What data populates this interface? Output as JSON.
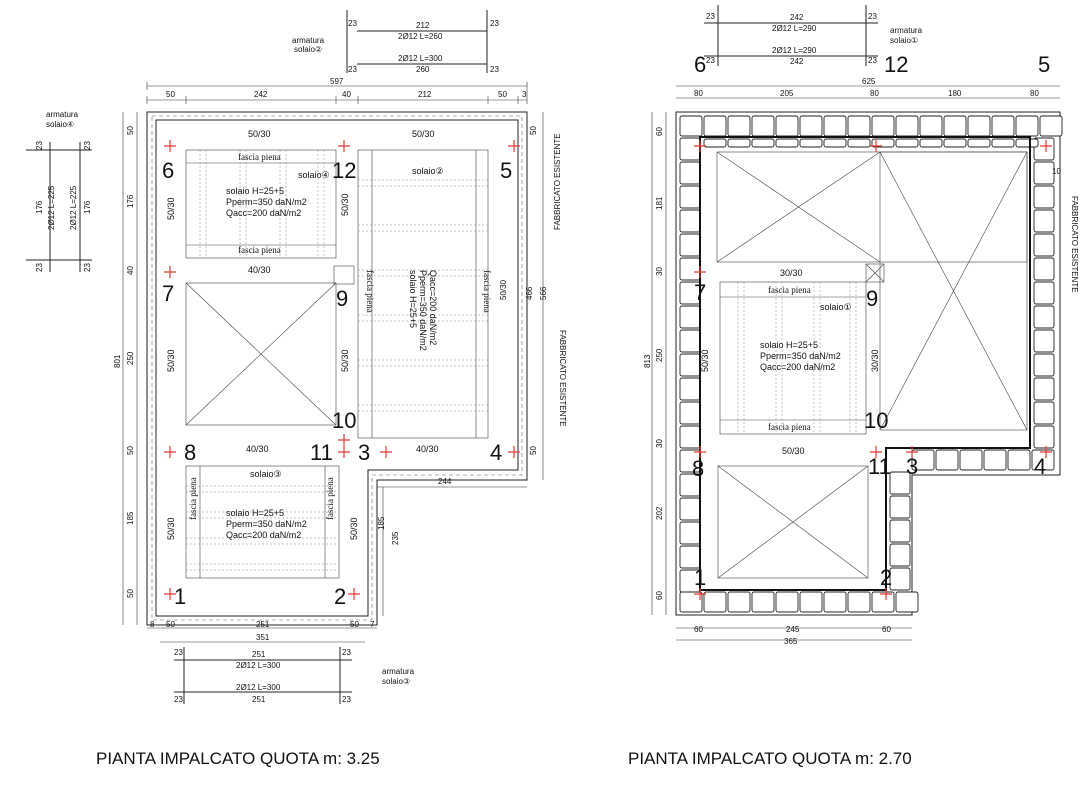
{
  "captions": {
    "left": "PIANTA IMPALCATO QUOTA m: 3.25",
    "right": "PIANTA IMPALCATO QUOTA m: 2.70"
  },
  "common": {
    "armatura": "armatura",
    "fascia": "fascia piena",
    "fabbricato": "FABBRICATO ESISTENTE",
    "solaio_h": "solaio H=25+5",
    "pperm": "Pperm=350 daN/m2",
    "qacc": "Qacc=200 daN/m2"
  },
  "left": {
    "solaio2": "solaio②",
    "solaio3": "solaio③",
    "solaio4": "solaio④",
    "b2_top": "212",
    "b2_l1": "2Ø12 L=260",
    "b2_l2": "2Ø12 L=300",
    "b2_bot": "260",
    "b2_end": "23",
    "b3_top": "251",
    "b3_l1": "2Ø12 L=300",
    "b3_l2": "2Ø12 L=300",
    "b3_bot": "251",
    "b3_end": "23",
    "b4_a": "176",
    "b4_b": "2Ø12 L=225",
    "b4_c": "2Ø12 L=225",
    "b4_d": "176",
    "b4_end": "23",
    "dim_total": "597",
    "dim_top": [
      "50",
      "242",
      "40",
      "212",
      "50",
      "3"
    ],
    "dim_left": [
      "50",
      "176",
      "40",
      "250",
      "50",
      "185",
      "50"
    ],
    "dim_left_total": "801",
    "dim_right": [
      "50",
      "50/30",
      "466",
      "566",
      "50"
    ],
    "dim_bottom": [
      "8",
      "50",
      "251",
      "50",
      "7"
    ],
    "dim_bottom_total": "351",
    "dim_step": "244",
    "dim_step_v": [
      "185",
      "235"
    ],
    "beam": [
      "50/30",
      "50/30",
      "40/30",
      "50/30",
      "50/30",
      "50/30",
      "50/30",
      "40/30",
      "40/30",
      "50/30",
      "50/30"
    ],
    "nodes": [
      "6",
      "12",
      "5",
      "7",
      "9",
      "10",
      "8",
      "11",
      "3",
      "4",
      "1",
      "2"
    ]
  },
  "right": {
    "solaio1": "solaio①",
    "b1_top": "242",
    "b1_l1": "2Ø12 L=290",
    "b1_l2": "2Ø12 L=290",
    "b1_bot": "242",
    "b1_end": "23",
    "dim_total": "625",
    "dim_top": [
      "80",
      "205",
      "80",
      "180",
      "80"
    ],
    "dim_left": [
      "60",
      "181",
      "30",
      "250",
      "30",
      "202",
      "60"
    ],
    "dim_left_total": "813",
    "dim_right": "10",
    "dim_bottom": [
      "60",
      "245",
      "60"
    ],
    "dim_bottom_total": "365",
    "beam": [
      "30/30",
      "50/30",
      "30/30",
      "50/30"
    ],
    "nodes": [
      "6",
      "12",
      "5",
      "7",
      "9",
      "10",
      "8",
      "11",
      "3",
      "4",
      "1",
      "2"
    ]
  }
}
